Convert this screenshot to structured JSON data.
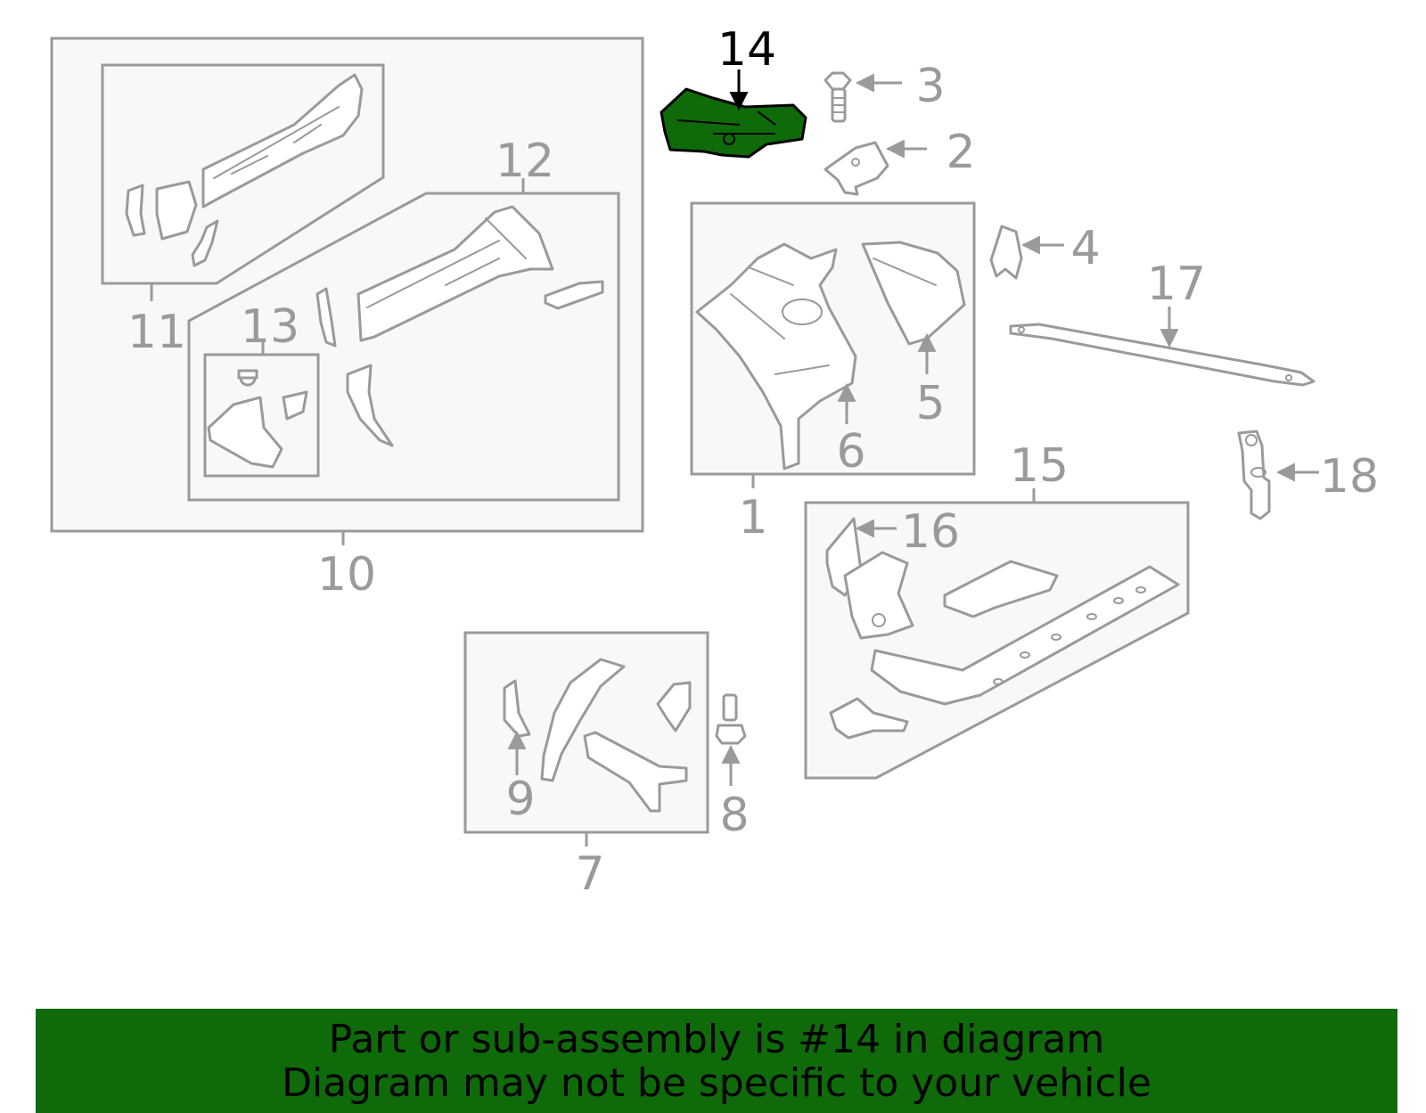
{
  "diagram": {
    "highlight_color": "#0f6a0a",
    "callout_color": "#9a9a9a",
    "highlighted_part": "14",
    "callouts": [
      "1",
      "2",
      "3",
      "4",
      "5",
      "6",
      "7",
      "8",
      "9",
      "10",
      "11",
      "12",
      "13",
      "14",
      "15",
      "16",
      "17",
      "18"
    ]
  },
  "banner": {
    "line1": "Part or sub-assembly is #14 in diagram",
    "line2": "Diagram may not be specific to your vehicle"
  }
}
